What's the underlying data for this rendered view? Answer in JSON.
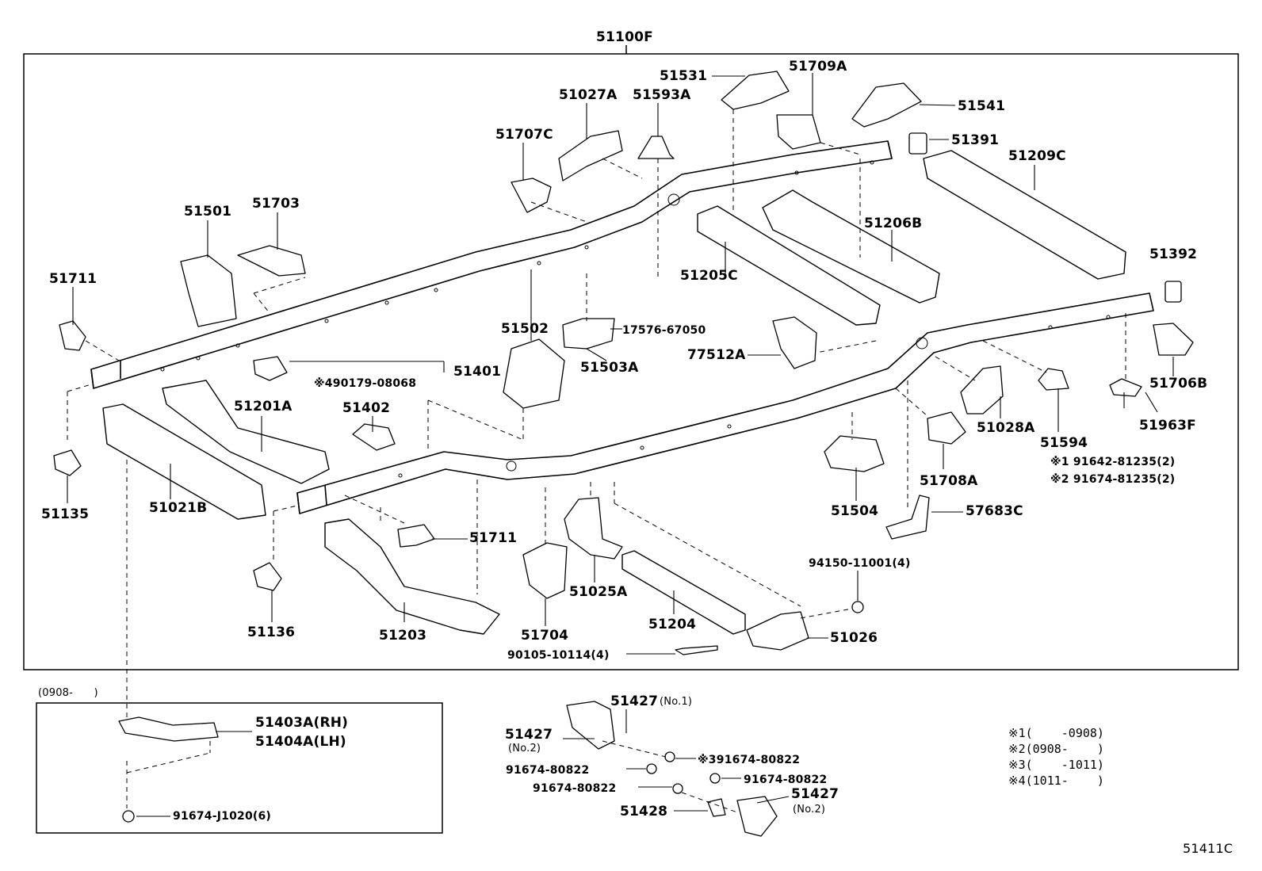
{
  "diagram": {
    "main_assembly": "51100F",
    "figure_code": "51411C",
    "inset_period": "(0908-  )",
    "parts": {
      "p51711a": "51711",
      "p51501": "51501",
      "p51703": "51703",
      "p51707c": "51707C",
      "p51027a": "51027A",
      "p51593a": "51593A",
      "p51531": "51531",
      "p51709a": "51709A",
      "p51541": "51541",
      "p51391": "51391",
      "p51209c": "51209C",
      "p51206b": "51206B",
      "p51205c": "51205C",
      "p17576": "17576-67050",
      "p51392": "51392",
      "p51503a": "51503A",
      "p77512a": "77512A",
      "p51502": "51502",
      "p51401": "51401",
      "p490179": "※490179-08068",
      "p51201a": "51201A",
      "p51402": "51402",
      "p51706b": "51706B",
      "p51963f": "51963F",
      "p51028a": "51028A",
      "p51594": "51594",
      "p91642": "※1 91642-81235(2)",
      "p91674b": "※2 91674-81235(2)",
      "p51135": "51135",
      "p51021b": "51021B",
      "p51708a": "51708A",
      "p51504": "51504",
      "p57683c": "57683C",
      "p51711b": "51711",
      "p94150": "94150-11001(4)",
      "p51025a": "51025A",
      "p51136": "51136",
      "p51203": "51203",
      "p51704": "51704",
      "p51204": "51204",
      "p51026": "51026",
      "p90105": "90105-10114(4)",
      "p51403a": "51403A(RH)",
      "p51404a": "51404A(LH)",
      "p91674j": "91674-J1020(6)",
      "p51427n1": "51427",
      "p51427n1_sub": "(No.1)",
      "p51427n2a": "51427",
      "p51427n2a_sub": "(No.2)",
      "p91674c": "※391674-80822",
      "p91674d": "91674-80822",
      "p91674e": "91674-80822",
      "p91674f": "91674-80822",
      "p51427n2b": "51427",
      "p51427n2b_sub": "(No.2)",
      "p51428": "51428"
    },
    "notes": [
      "※1(    -0908)",
      "※2(0908-    )",
      "※3(    -1011)",
      "※4(1011-    )"
    ]
  }
}
